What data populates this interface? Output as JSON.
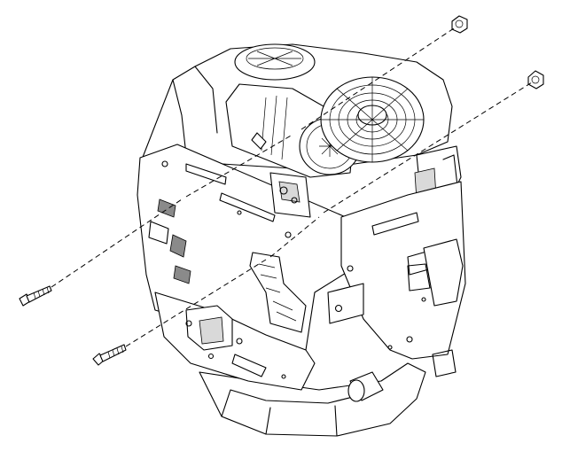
{
  "figure": {
    "subject": "engine-frame-cover-assembly",
    "fasteners": [
      {
        "kind": "bolt",
        "position": "upper-left"
      },
      {
        "kind": "bolt",
        "position": "lower-left"
      },
      {
        "kind": "flange-nut",
        "position": "upper-right"
      },
      {
        "kind": "flange-nut",
        "position": "right"
      }
    ],
    "line_color": "#000000",
    "background": "#ffffff"
  }
}
